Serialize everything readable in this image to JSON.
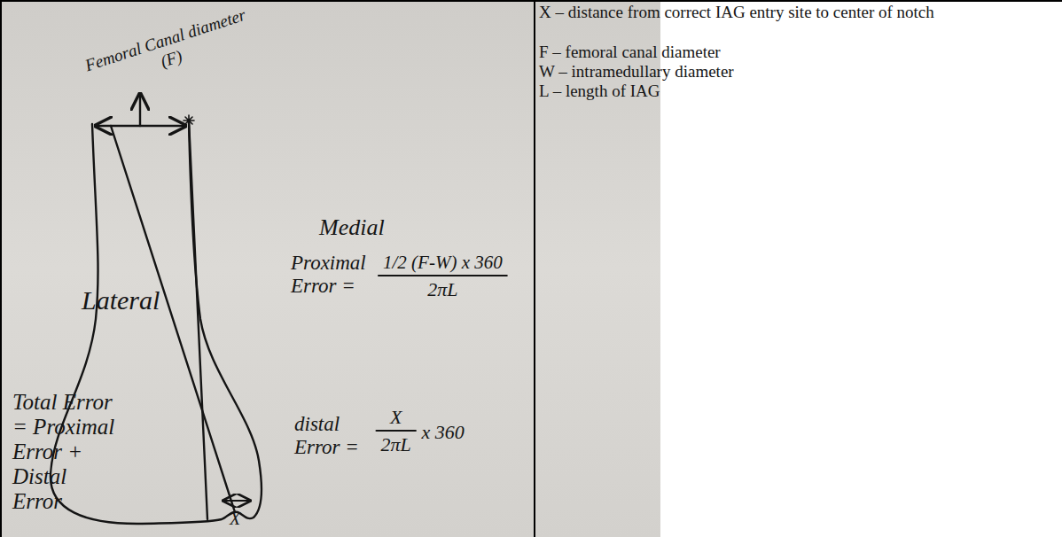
{
  "diagram": {
    "labels": [
      "Femoral Canal diameter (F)",
      "Lateral",
      "Medial",
      "Proximal Error =",
      "1/2 (F-W) x 360",
      "2πL",
      "Total Error = Proximal Error + Distal Error",
      "distal Error =",
      "X",
      "2πL",
      "x 360",
      "X",
      "X – distance from correct IAG entry site to center of notch",
      "F – femoral canal diameter",
      "W – intramedullary diameter",
      "L – length of IAG"
    ]
  }
}
